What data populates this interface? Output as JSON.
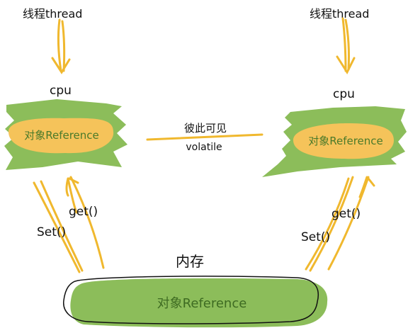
{
  "left": {
    "thread_label": "线程thread",
    "cpu_label": "cpu",
    "object_label": "对象Reference",
    "get_label": "get()",
    "set_label": "Set()"
  },
  "right": {
    "thread_label": "线程thread",
    "cpu_label": "cpu",
    "object_label": "对象Reference",
    "get_label": "get()",
    "set_label": "Set()"
  },
  "middle": {
    "visible_label": "彼此可见",
    "volatile_label": "volatile"
  },
  "memory": {
    "title": "内存",
    "object_label": "对象Reference"
  },
  "colors": {
    "green": "#8cbd5a",
    "green_dark": "#7fb04c",
    "orange": "#f5c35a",
    "line": "#f0b82e"
  }
}
